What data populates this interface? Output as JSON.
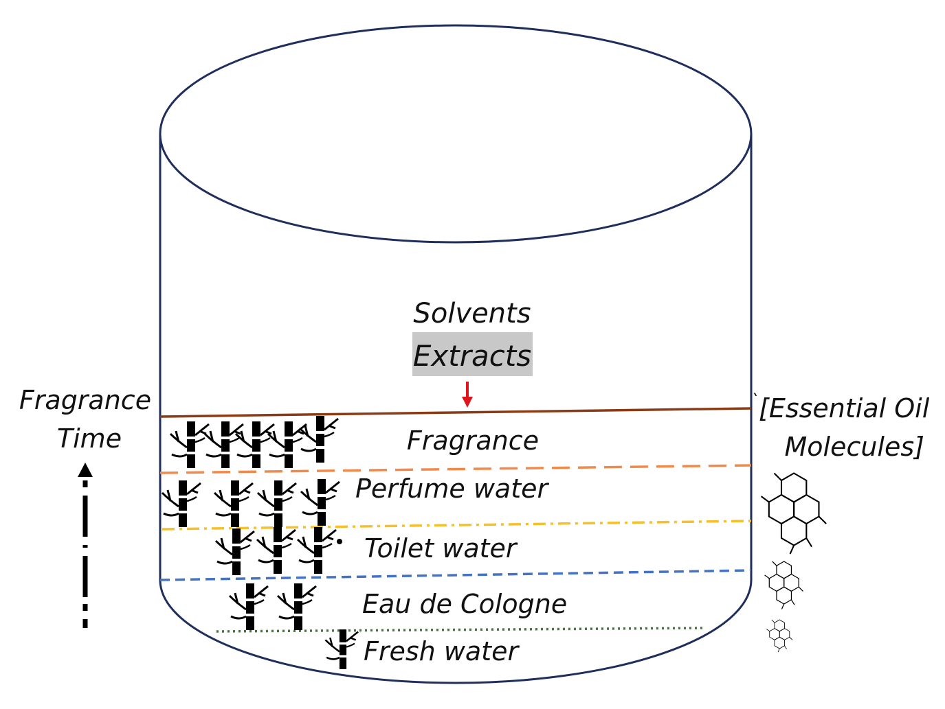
{
  "labels": {
    "solvents": "Solvents",
    "extracts": "Extracts",
    "axis_line1": "Fragrance",
    "axis_line2": "Time",
    "molecules_line1": "[Essential Oil",
    "molecules_line2": "Molecules]"
  },
  "layers": [
    {
      "name": "Fragrance",
      "line_color": "#8B3A16",
      "line_style": "solid",
      "plant_count": 5
    },
    {
      "name": "Perfume water",
      "line_color": "#F08A4B",
      "line_style": "dashed",
      "plant_count": 4
    },
    {
      "name": "Toilet water",
      "line_color": "#F6C02A",
      "line_style": "dash-dot",
      "plant_count": 3
    },
    {
      "name": "Eau de Cologne",
      "line_color": "#4472C4",
      "line_style": "dashed",
      "plant_count": 2
    },
    {
      "name": "Fresh water",
      "line_color": "#3A7D2C",
      "line_style": "dotted",
      "plant_count": 1
    }
  ],
  "colors": {
    "cylinder": "#1F2E5A",
    "extract_highlight": "#C8C8C8",
    "arrow": "#E0141B",
    "icon": "#000000"
  },
  "icons": [
    "bamboo-plant-icon",
    "hexagon-molecule-icon",
    "up-arrow-icon"
  ]
}
